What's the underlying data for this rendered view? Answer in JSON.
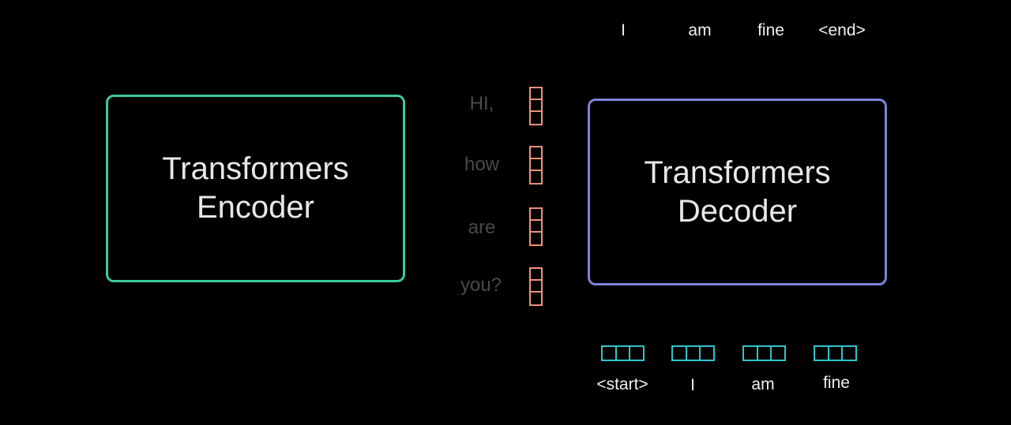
{
  "encoder": {
    "label": "Transformers\nEncoder",
    "color": "#3ec9a0"
  },
  "decoder": {
    "label": "Transformers\nDecoder",
    "color": "#7b86d6"
  },
  "input_words": [
    "HI,",
    "how",
    "are",
    "you?"
  ],
  "output_words": [
    "I",
    "am",
    "fine",
    "<end>"
  ],
  "decoder_input_words": [
    "<start>",
    "I",
    "am",
    "fine"
  ],
  "colors": {
    "encoder_vector": "#f2907a",
    "decoder_vector": "#2ec4cc",
    "input_text": "#4a4a4a"
  }
}
